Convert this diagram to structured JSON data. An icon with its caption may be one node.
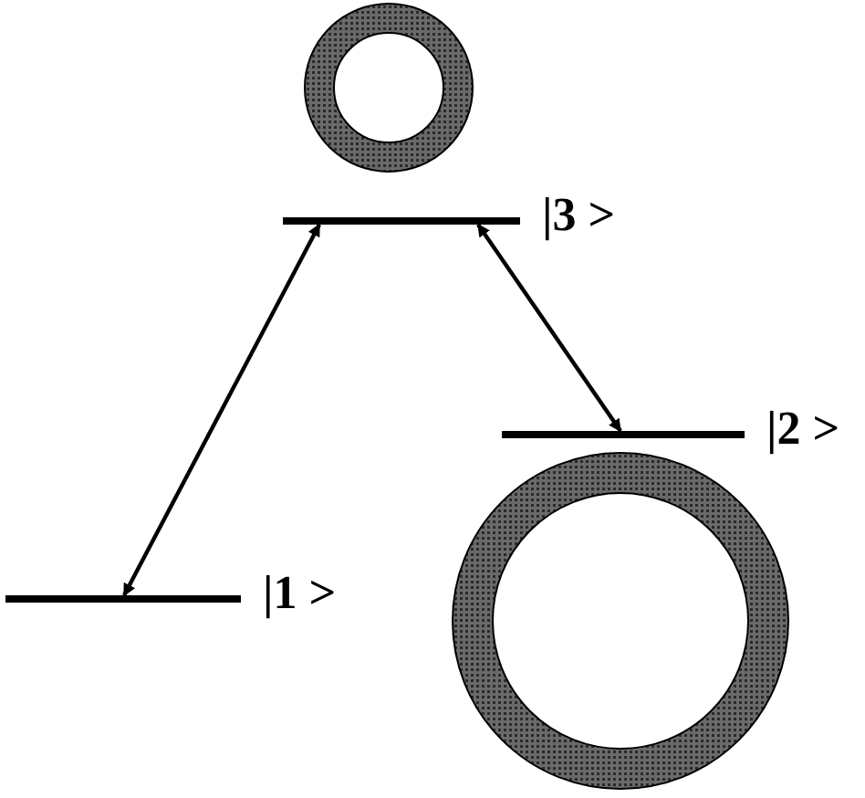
{
  "diagram": {
    "nodes": [
      {
        "text": [],
        "shape": "bar",
        "beside": [
          "|3 >"
        ]
      },
      {
        "text": [],
        "shape": "bar",
        "beside": [
          "|2 >"
        ]
      },
      {
        "text": [],
        "shape": "bar",
        "beside": [
          "|1 >"
        ]
      }
    ],
    "edges": [
      {
        "from": 0,
        "to": 2,
        "arrow": "both"
      },
      {
        "from": 0,
        "to": 1,
        "arrow": "both"
      }
    ]
  }
}
